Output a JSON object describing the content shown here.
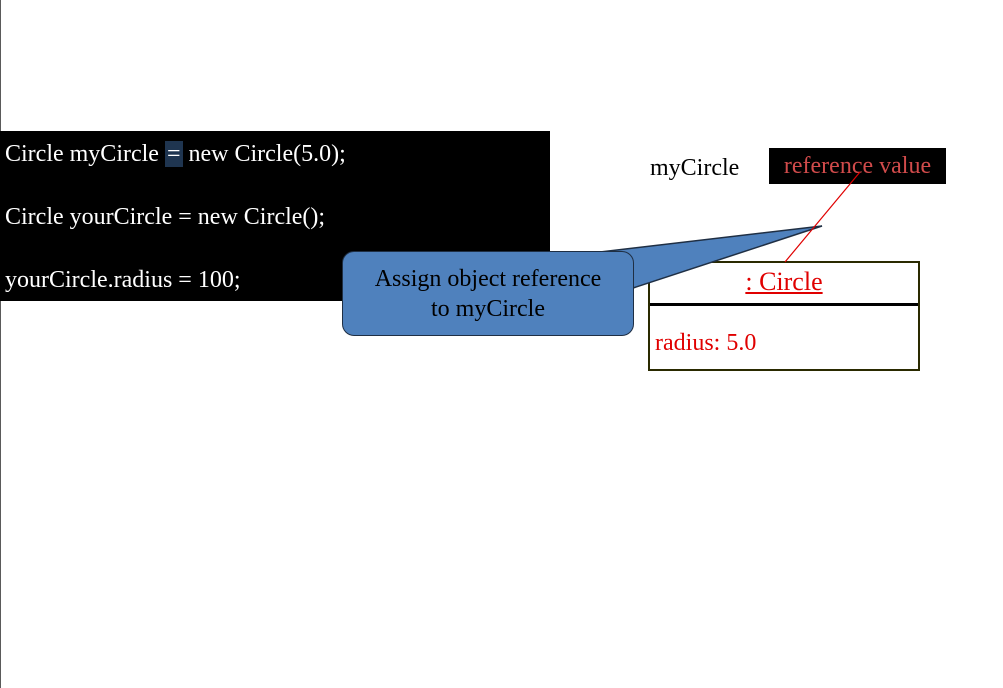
{
  "code": {
    "line1_pre": "Circle myCircle ",
    "line1_eq": "=",
    "line1_post": " new Circle(5.0);",
    "line2": "Circle yourCircle = new Circle();",
    "line3": "yourCircle.radius = 100;"
  },
  "variable": {
    "name": "myCircle",
    "value": "reference value"
  },
  "object": {
    "title": ": Circle",
    "field": "radius: 5.0"
  },
  "callout": {
    "line1": "Assign object reference",
    "line2": "to myCircle"
  },
  "colors": {
    "code_bg": "#000000",
    "highlight": "#1f3550",
    "reference_text": "#d14b4b",
    "object_text": "#e00000",
    "callout_fill": "#4f81bd"
  }
}
